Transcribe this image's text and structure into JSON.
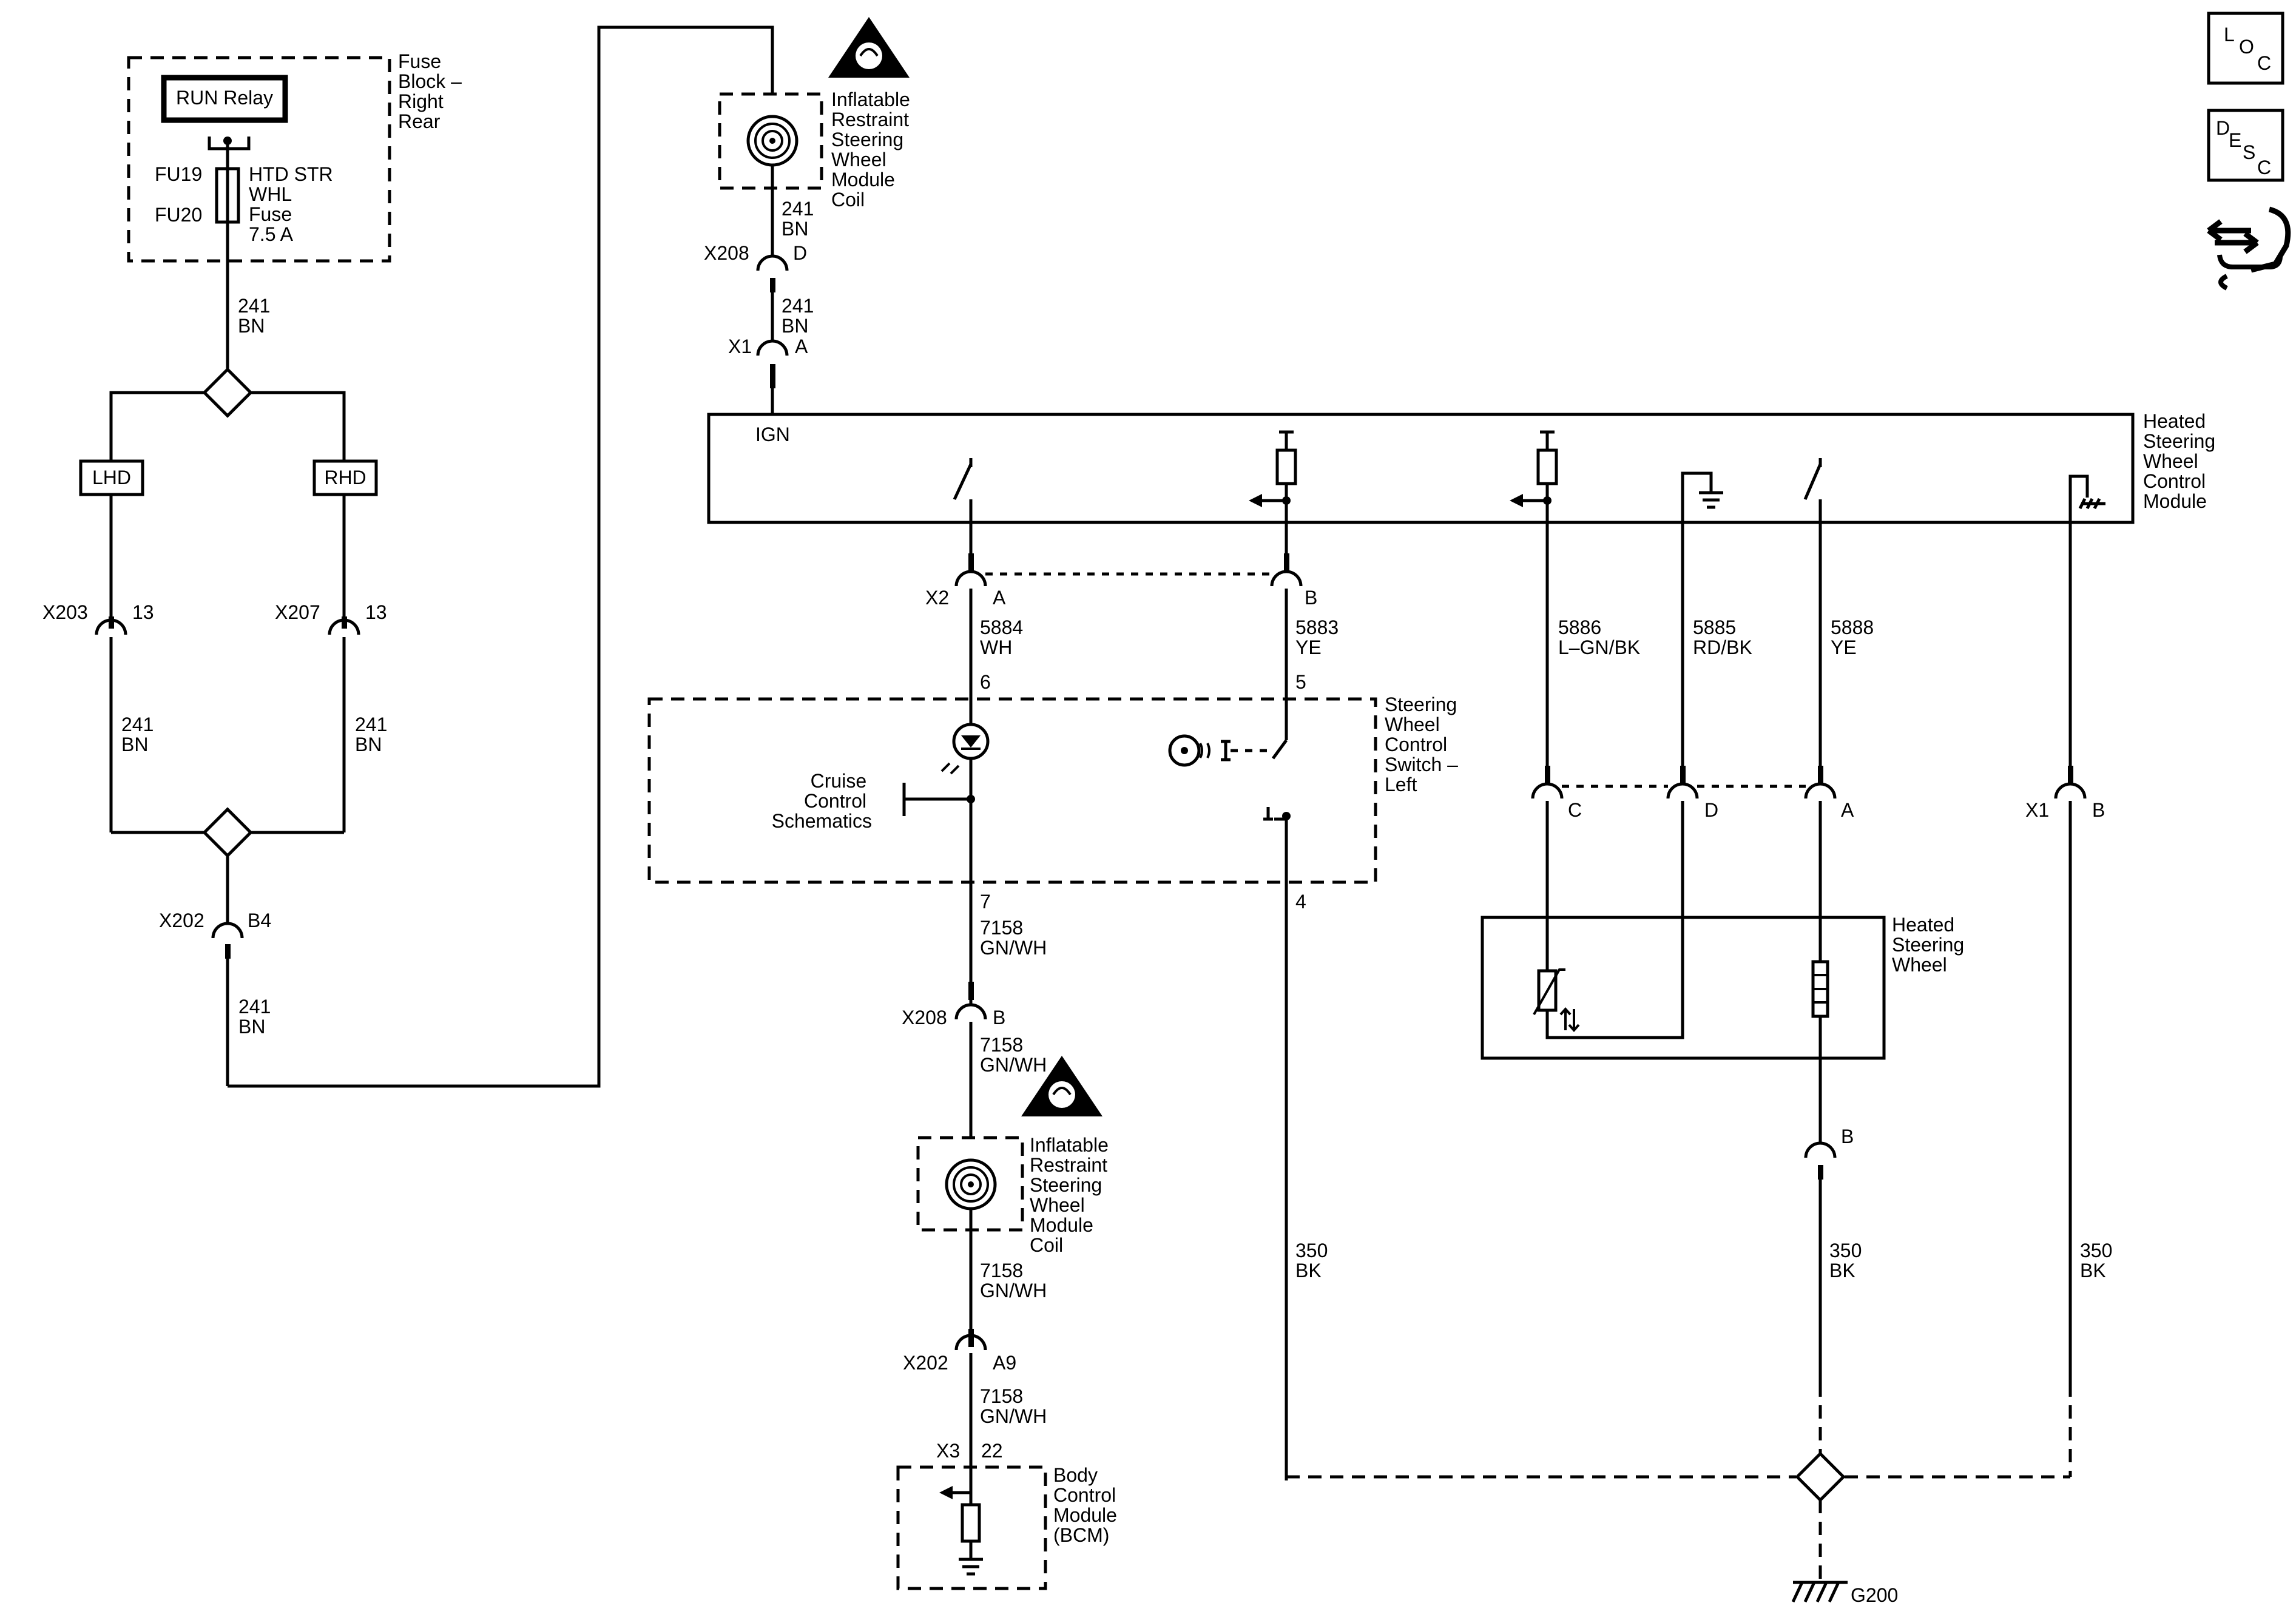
{
  "labels": {
    "fuse_block": [
      "Fuse",
      "Block –",
      "Right",
      "Rear"
    ],
    "run_relay": "RUN Relay",
    "fu19": "FU19",
    "fu20": "FU20",
    "fuse_name": [
      "HTD STR",
      "WHL",
      "Fuse",
      "7.5 A"
    ],
    "w241": "241",
    "bn": "BN",
    "lhd": "LHD",
    "rhd": "RHD",
    "x203": "X203",
    "x207": "X207",
    "p13": "13",
    "x202": "X202",
    "b4": "B4",
    "inflatable": [
      "Inflatable",
      "Restraint",
      "Steering",
      "Wheel",
      "Module",
      "Coil"
    ],
    "x208": "X208",
    "d": "D",
    "x1": "X1",
    "a": "A",
    "ign": "IGN",
    "hswcm": [
      "Heated",
      "Steering",
      "Wheel",
      "Control",
      "Module"
    ],
    "x2": "X2",
    "b": "B",
    "c": "C",
    "w5884": "5884",
    "wh": "WH",
    "w5883": "5883",
    "ye": "YE",
    "w5886": "5886",
    "lgnbk": "L–GN/BK",
    "w5885": "5885",
    "rdbk": "RD/BK",
    "w5888": "5888",
    "p6": "6",
    "p5": "5",
    "p7": "7",
    "p4": "4",
    "cruise": [
      "Cruise",
      "Control",
      "Schematics"
    ],
    "swcs": [
      "Steering",
      "Wheel",
      "Control",
      "Switch –",
      "Left"
    ],
    "w7158": "7158",
    "gnwh": "GN/WH",
    "hsw": [
      "Heated",
      "Steering",
      "Wheel"
    ],
    "w350": "350",
    "bk": "BK",
    "a9": "A9",
    "x3": "X3",
    "p22": "22",
    "bcm": [
      "Body",
      "Control",
      "Module",
      "(BCM)"
    ],
    "g200": "G200",
    "loc": [
      "L",
      "O",
      "C"
    ],
    "desc": [
      "D",
      "E",
      "S",
      "C"
    ]
  }
}
